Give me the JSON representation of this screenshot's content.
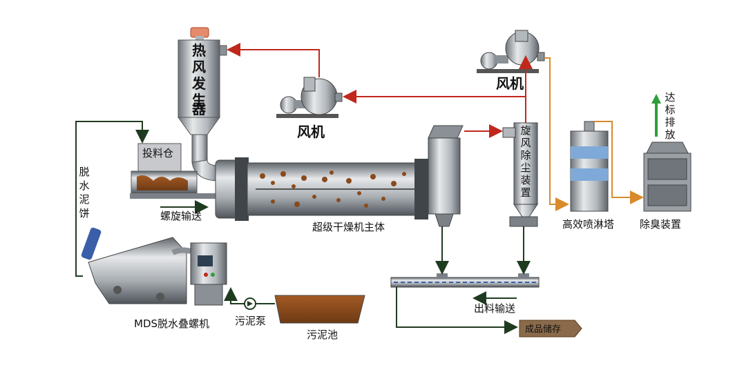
{
  "labels": {
    "hot_air_generator": [
      "热",
      "风",
      "发",
      "生",
      "器"
    ],
    "fan_left": "风机",
    "fan_right": "风机",
    "feed_bin": "投料仓",
    "screw_conveyor": "螺旋输送",
    "dryer_body": "超级干燥机主体",
    "cyclone": [
      "旋",
      "风",
      "除",
      "尘",
      "装",
      "置"
    ],
    "spray_tower": "高效喷淋塔",
    "deodorizer": "除臭装置",
    "discharge": [
      "达",
      "标",
      "排",
      "放"
    ],
    "sludge_cake": [
      "脱",
      "水",
      "泥",
      "饼"
    ],
    "mds_machine": "MDS脱水叠螺机",
    "sludge_pump": "污泥泵",
    "sludge_pool": "污泥池",
    "output_conveyor": "出料输送",
    "product_storage": "成品储存"
  },
  "colors": {
    "hot_air_line": "#c0281c",
    "gas_line": "#d98a2a",
    "flow_line": "#1f3b1f",
    "discharge_arrow": "#2e9e3a",
    "sludge": "#8a4a1c",
    "metal": "#9aa0a6"
  }
}
